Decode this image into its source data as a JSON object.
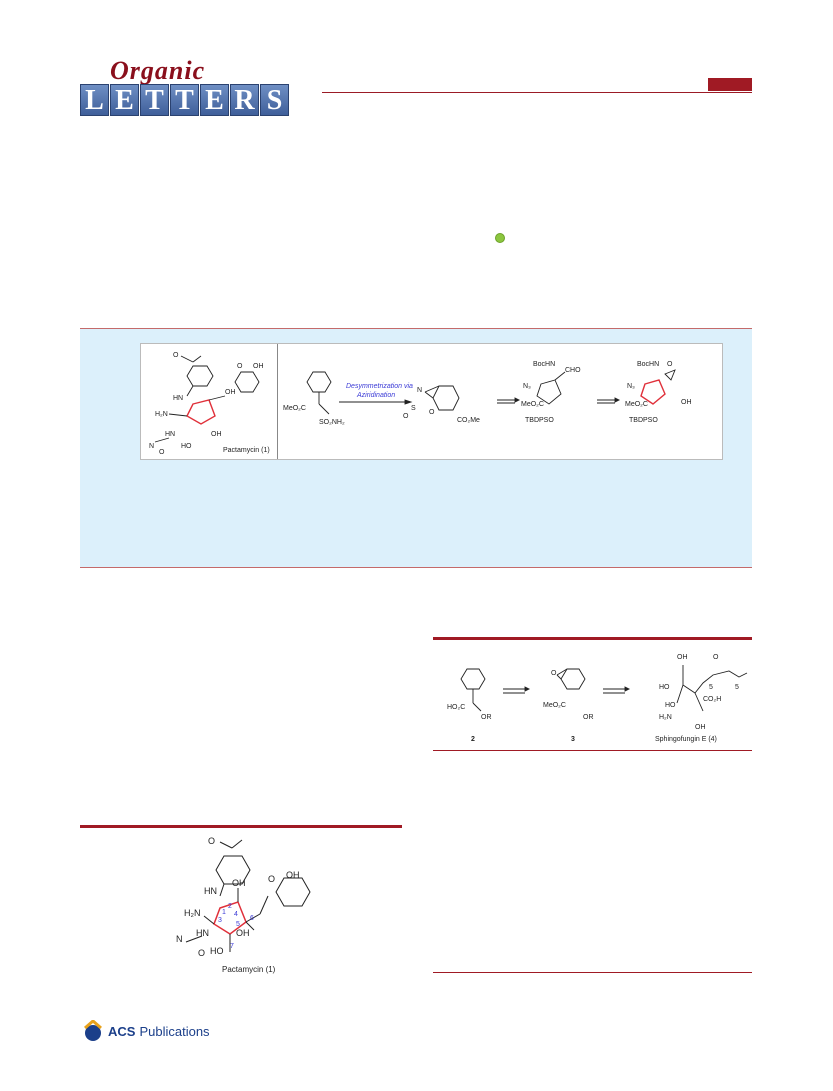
{
  "header": {
    "logo_script": "Organic",
    "logo_letters": [
      "L",
      "E",
      "T",
      "T",
      "E",
      "R",
      "S"
    ]
  },
  "toc": {
    "pactamycin_label": "Pactamycin (1)",
    "arrow_label_1": "Desymmetrization via",
    "arrow_label_2": "Aziridination",
    "labels": {
      "meo2c": "MeO₂C",
      "so2nh2": "SO₂NH₂",
      "co2me": "CO₂Me",
      "bochn": "BocHN",
      "n3": "N₃",
      "cho": "CHO",
      "tbdpso": "TBDPSO",
      "oh": "OH",
      "o": "O",
      "s": "S",
      "n": "N",
      "h2n": "H₂N",
      "hn": "HN",
      "ho": "HO"
    }
  },
  "scheme": {
    "c2_label": "2",
    "c3_label": "3",
    "c4_label": "Sphingofungin E (4)",
    "ho2c": "HO₂C",
    "meo2c": "MeO₂C",
    "or": "OR",
    "co2h": "CO₂H",
    "h2n": "H₂N",
    "oh": "OH",
    "ho": "HO",
    "o": "O",
    "sub5": "5"
  },
  "figure": {
    "caption": "Pactamycin (1)",
    "numbers": [
      "1",
      "2",
      "3",
      "4",
      "5",
      "6",
      "7"
    ]
  },
  "footer": {
    "acs": "ACS",
    "publications": "Publications"
  },
  "colors": {
    "brand_red": "#a01a24",
    "abstract_bg": "#dcf0fb",
    "ring_red": "#e0303a",
    "blue": "#3b3bd6",
    "dot_green": "#8cc63f"
  }
}
